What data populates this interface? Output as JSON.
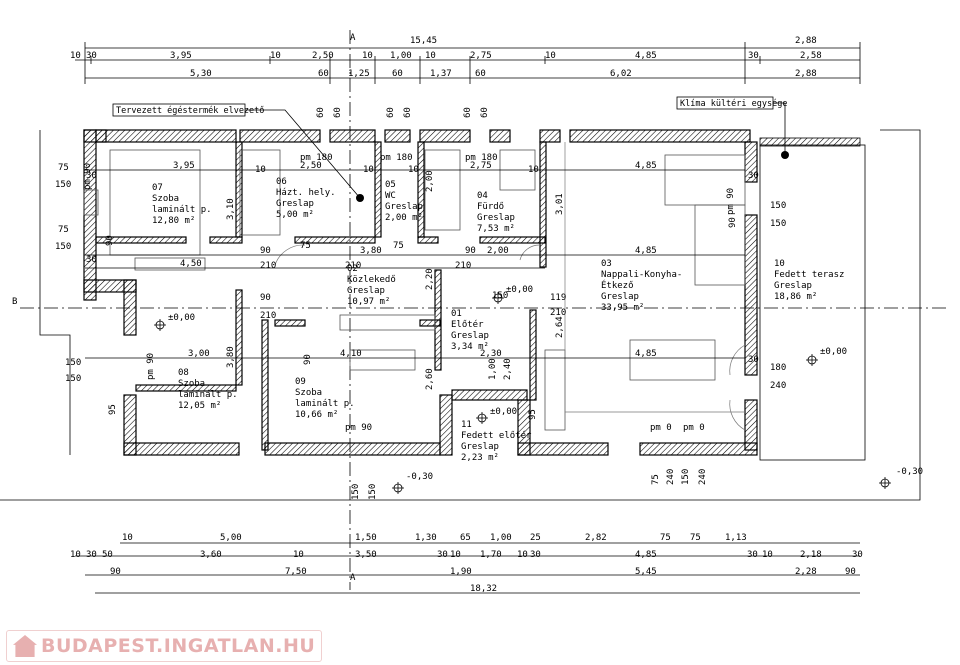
{
  "dimensions": {
    "top_total": "15,45",
    "top_terrace": "2,88",
    "top_row1": [
      "10",
      "30",
      "3,95",
      "10",
      "2,50",
      "10",
      "1,00",
      "10",
      "2,75",
      "10",
      "4,85",
      "30",
      "2,58"
    ],
    "top_row2": [
      "5,30",
      "60",
      "1,25",
      "60",
      "1,37",
      "60",
      "6,02",
      "2,88"
    ],
    "top_small": [
      "60",
      "60",
      "60",
      "60",
      "60",
      "60"
    ],
    "bottom_row1": [
      "10",
      "5,00",
      "1,50",
      "1,30",
      "65",
      "1,00",
      "25",
      "2,82",
      "75",
      "75",
      "1,13"
    ],
    "bottom_row2": [
      "10",
      "30",
      "50",
      "3,60",
      "10",
      "3,50",
      "30",
      "10",
      "1,70",
      "10",
      "30",
      "4,85",
      "30",
      "10",
      "2,18",
      "30"
    ],
    "bottom_row3": [
      "90",
      "7,50",
      "1,90",
      "5,45",
      "2,28",
      "90"
    ],
    "bottom_total": "18,32",
    "inner": [
      "3,95",
      "2,50",
      "2,75",
      "4,85",
      "4,85",
      "4,85",
      "4,50",
      "3,80",
      "2,00",
      "3,00",
      "4,10",
      "2,30",
      "1,00",
      "2,40",
      "3,10",
      "3,80",
      "2,60",
      "3,01",
      "2,64",
      "2,00",
      "2,20",
      "119",
      "210",
      "210",
      "210",
      "210",
      "210",
      "90",
      "90",
      "90",
      "90",
      "90",
      "90",
      "75",
      "75",
      "150",
      "150",
      "150",
      "150",
      "150",
      "150",
      "180",
      "240",
      "240",
      "75",
      "pm 180",
      "pm 180",
      "pm 180",
      "pm 90",
      "pm 90",
      "pm 90",
      "pm 90",
      "pm 0",
      "pm 0",
      "95",
      "95",
      "30",
      "30",
      "30",
      "30",
      "10",
      "10",
      "10",
      "10"
    ],
    "left_dims": [
      "75",
      "150",
      "75",
      "150",
      "150",
      "150"
    ],
    "right_dims": [
      "150",
      "150",
      "180",
      "240"
    ]
  },
  "rooms": [
    {
      "num": "07",
      "name": "Szoba",
      "floor": "laminált p.",
      "area": "12,80 m²"
    },
    {
      "num": "06",
      "name": "Házt. hely.",
      "floor": "Greslap",
      "area": "5,00 m²"
    },
    {
      "num": "05",
      "name": "WC",
      "floor": "Greslap",
      "area": "2,00 m²"
    },
    {
      "num": "04",
      "name": "Fürdő",
      "floor": "Greslap",
      "area": "7,53 m²"
    },
    {
      "num": "03",
      "name": "Nappali-Konyha-",
      "name2": "Étkező",
      "floor": "Greslap",
      "area": "33,95 m²"
    },
    {
      "num": "10",
      "name": "Fedett terasz",
      "floor": "Greslap",
      "area": "18,86 m²"
    },
    {
      "num": "02",
      "name": "Közlekedő",
      "floor": "Greslap",
      "area": "10,97 m²"
    },
    {
      "num": "01",
      "name": "Előtér",
      "floor": "Greslap",
      "area": "3,34 m²"
    },
    {
      "num": "08",
      "name": "Szoba",
      "floor": "laminált p.",
      "area": "12,05 m²"
    },
    {
      "num": "09",
      "name": "Szoba",
      "floor": "laminált p.",
      "area": "10,66 m²"
    },
    {
      "num": "11",
      "name": "Fedett előtér",
      "floor": "Greslap",
      "area": "2,23 m²"
    }
  ],
  "callouts": {
    "chimney": "Tervezett égéstermék elvezető",
    "climate": "Klíma kültéri egysége"
  },
  "levels": {
    "zero": "±0,00",
    "minus": "-0,30"
  },
  "section_marks": {
    "a": "A",
    "b": "B"
  },
  "watermark": "BUDAPEST.INGATLAN.HU"
}
